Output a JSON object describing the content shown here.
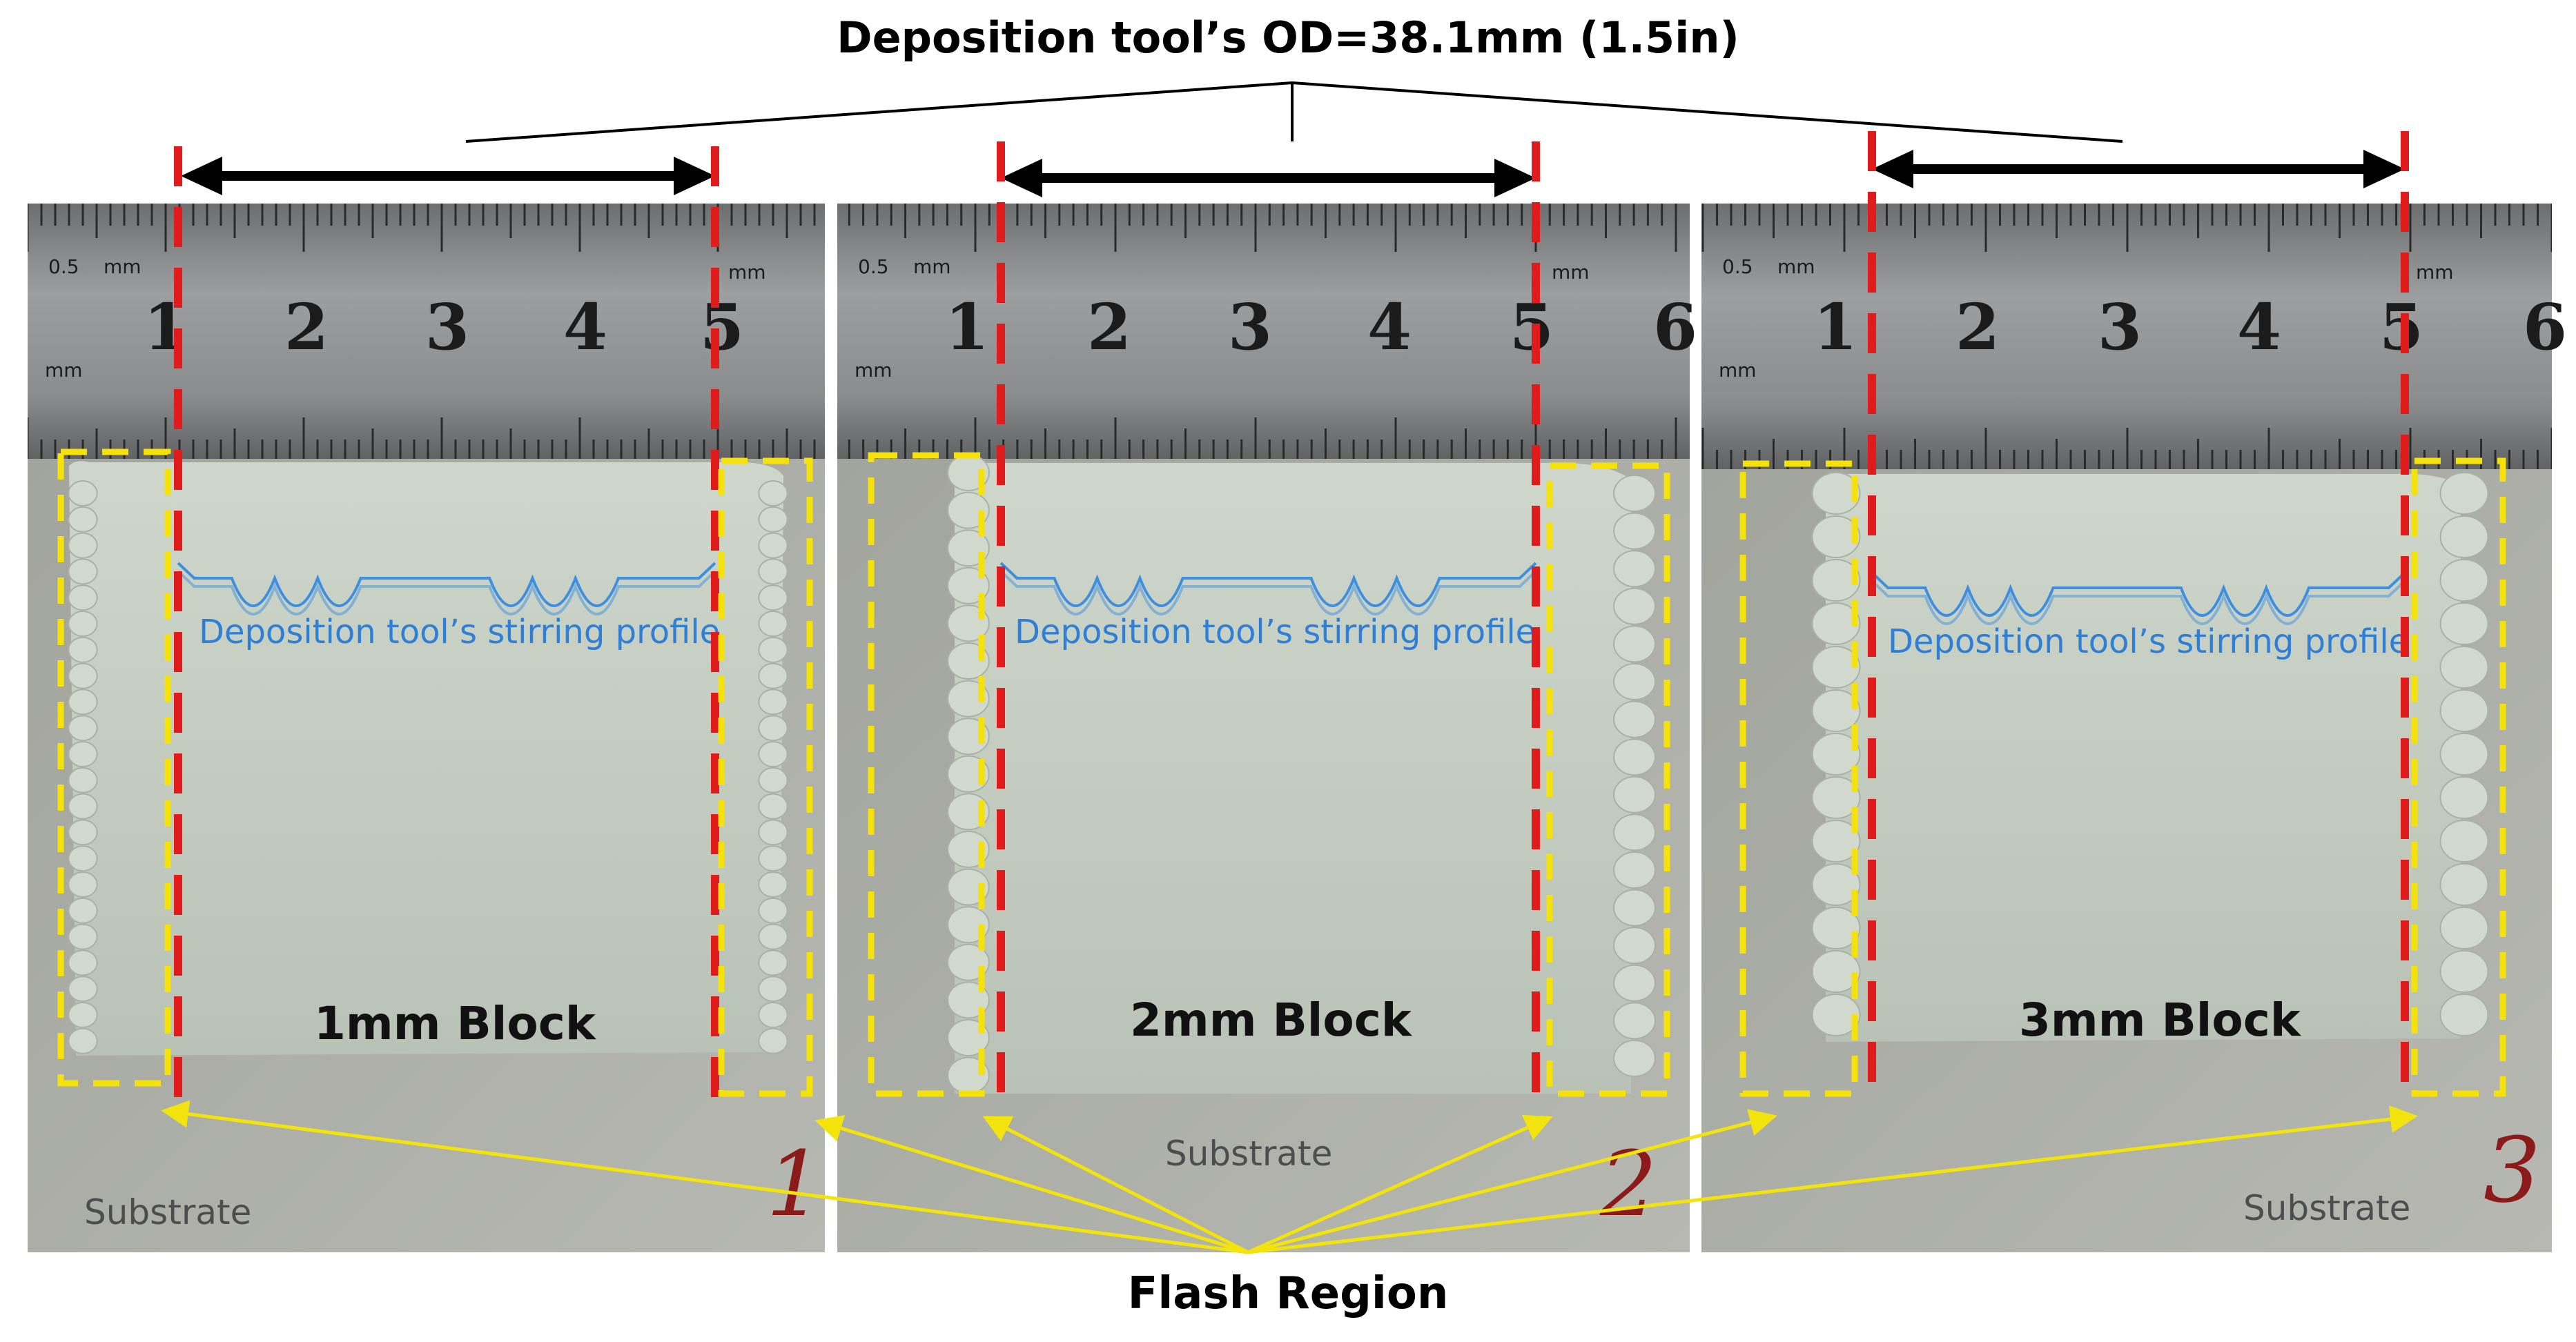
{
  "figure": {
    "title": "Deposition tool’s OD=38.1mm (1.5in)",
    "footer_label": "Flash Region",
    "panels": [
      {
        "block_label": "1mm Block",
        "profile_label": "Deposition  tool’s stirring  profile",
        "substrate_label": "Substrate",
        "handwritten_mark": "1",
        "ruler_numbers": [
          "1",
          "2",
          "3",
          "4",
          "5"
        ],
        "ruler_units": [
          "0.5",
          "mm",
          "mm",
          "mm"
        ]
      },
      {
        "block_label": "2mm Block",
        "profile_label": "Deposition  tool’s stirring  profile",
        "substrate_label": "Substrate",
        "handwritten_mark": "2",
        "ruler_numbers": [
          "1",
          "2",
          "3",
          "4",
          "5",
          "6"
        ],
        "ruler_units": [
          "0.5",
          "mm",
          "mm",
          "mm"
        ]
      },
      {
        "block_label": "3mm Block",
        "profile_label": "Deposition  tool’s stirring  profile",
        "substrate_label": "Substrate",
        "handwritten_mark": "3",
        "ruler_numbers": [
          "1",
          "2",
          "3",
          "4",
          "5",
          "6"
        ],
        "ruler_units": [
          "0.5",
          "mm",
          "mm",
          "mm"
        ]
      }
    ],
    "colors": {
      "tool_edge_dashes": "#e01b1b",
      "flash_boxes": "#f5e20a",
      "profile_line": "#3f8fe0",
      "arrows": "#000000",
      "pointer_arrows": "#f2e40c",
      "ruler": "#8e9092",
      "deposit": "#c6cfc2",
      "substrate": "#a7aaa2"
    }
  }
}
